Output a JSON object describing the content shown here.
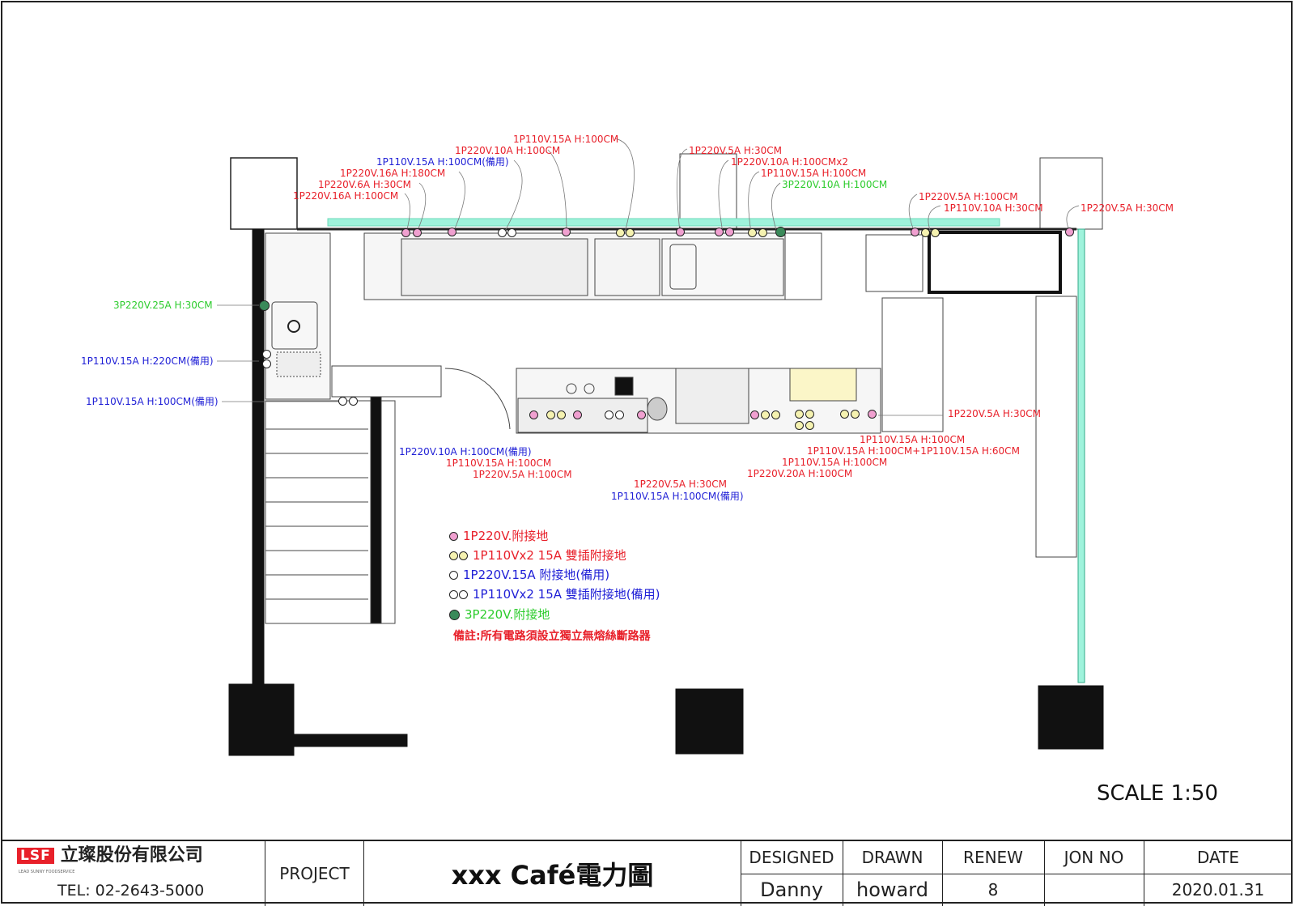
{
  "colors": {
    "red": "#e8202a",
    "blue": "#1f1fd6",
    "green": "#2dcc2d",
    "pink_outlet": "#f0a0d0",
    "yellow_outlet": "#f5f2b0",
    "duct": "#7ff0d0"
  },
  "top_labels": [
    "1P110V.15A H:100CM",
    "1P220V.10A H:100CM",
    "1P110V.15A H:100CM(備用)",
    "1P220V.16A H:180CM",
    "1P220V.6A H:30CM",
    "1P220V.16A H:100CM",
    "1P220V.5A H:30CM",
    "1P220V.10A H:100CMx2",
    "1P110V.15A H:100CM",
    "3P220V.10A H:100CM",
    "1P220V.5A H:100CM",
    "1P110V.10A H:30CM",
    "1P220V.5A H:30CM"
  ],
  "left_labels": [
    "3P220V.25A H:30CM",
    "1P110V.15A H:220CM(備用)",
    "1P110V.15A H:100CM(備用)"
  ],
  "right_labels": [
    "1P220V.5A H:30CM"
  ],
  "bottom_labels": [
    "1P110V.15A H:100CM",
    "1P110V.15A H:100CM+1P110V.15A H:60CM",
    "1P110V.15A H:100CM",
    "1P220V.20A H:100CM",
    "1P220V.10A H:100CM(備用)",
    "1P110V.15A H:100CM",
    "1P220V.5A H:100CM",
    "1P220V.5A H:30CM",
    "1P110V.15A H:100CM(備用)"
  ],
  "legend": {
    "items": [
      "1P220V.附接地",
      "1P110Vx2 15A 雙插附接地",
      "1P220V.15A 附接地(備用)",
      "1P110Vx2 15A 雙插附接地(備用)",
      "3P220V.附接地"
    ],
    "note": "備註:所有電路須設立獨立無熔絲斷路器"
  },
  "scale": "SCALE 1:50",
  "title_block": {
    "company_logo": "LSF",
    "company_logo_sub": "LEAD SUNNY FOODSERVICE",
    "company": "立璨股份有限公司",
    "tel": "TEL: 02-2643-5000",
    "project_label": "PROJECT",
    "project": "xxx Café電力圖",
    "headers": [
      "DESIGNED",
      "DRAWN",
      "RENEW",
      "JON NO",
      "DATE"
    ],
    "values": [
      "Danny",
      "howard",
      "8",
      "",
      "2020.01.31"
    ]
  }
}
